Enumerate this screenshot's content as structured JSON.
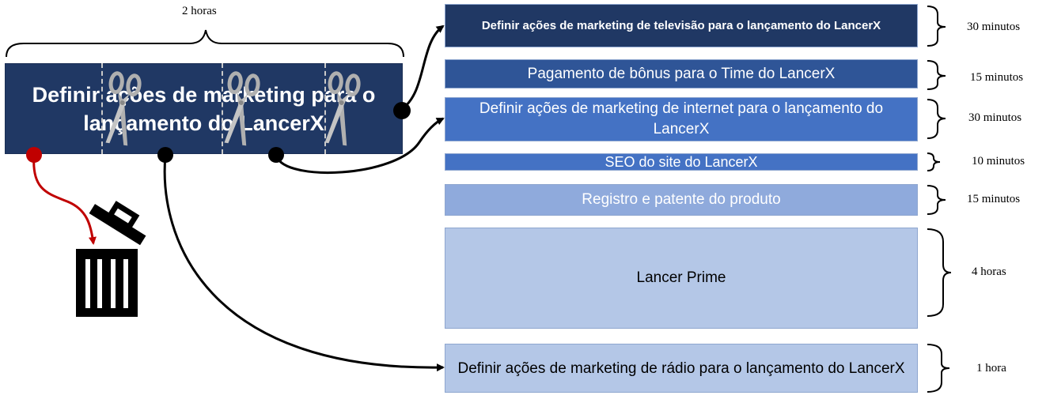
{
  "header_duration": "2 horas",
  "main_task": {
    "label": "Definir ações de marketing para o lançamento do LancerX"
  },
  "subtasks": [
    {
      "label": "Definir ações de marketing de televisão para o lançamento do LancerX",
      "duration": "30 minutos",
      "color": "#203864",
      "text_color": "#ffffff"
    },
    {
      "label": "Pagamento de bônus para o Time do LancerX",
      "duration": "15 minutos",
      "color": "#2f5597",
      "text_color": "#ffffff"
    },
    {
      "label": "Definir ações de marketing de internet para o lançamento do LancerX",
      "duration": "30 minutos",
      "color": "#4472c4",
      "text_color": "#ffffff"
    },
    {
      "label": "SEO do site do LancerX",
      "duration": "10 minutos",
      "color": "#4472c4",
      "text_color": "#ffffff"
    },
    {
      "label": "Registro e patente do produto",
      "duration": "15 minutos",
      "color": "#8faadc",
      "text_color": "#ffffff"
    },
    {
      "label": "Lancer Prime",
      "duration": "4 horas",
      "color": "#b4c7e7",
      "text_color": "#000000"
    },
    {
      "label": "Definir ações de marketing de rádio para o lançamento do LancerX",
      "duration": "1 hora",
      "color": "#b4c7e7",
      "text_color": "#000000"
    }
  ],
  "icons": {
    "scissors": "scissors-icon",
    "trash": "trash-can-icon"
  }
}
